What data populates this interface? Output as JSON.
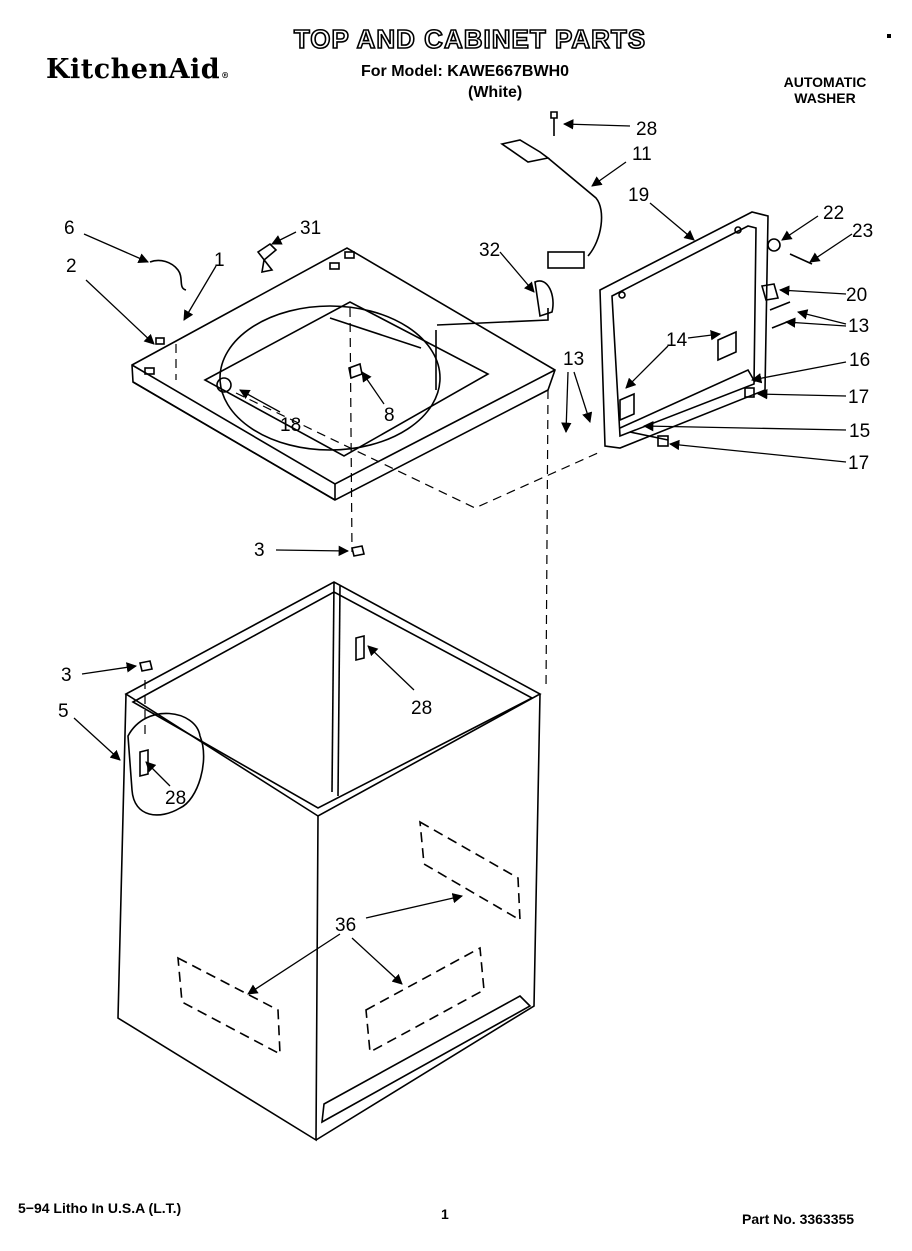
{
  "header": {
    "title": "TOP AND CABINET PARTS",
    "brand": "KitchenAid",
    "model_line": "For Model: KAWE667BWH0",
    "color_line": "(White)",
    "product_type": [
      "AUTOMATIC",
      "WASHER"
    ]
  },
  "diagram": {
    "callouts": [
      {
        "id": "c28a",
        "label": "28"
      },
      {
        "id": "c11",
        "label": "11"
      },
      {
        "id": "c19",
        "label": "19"
      },
      {
        "id": "c22",
        "label": "22"
      },
      {
        "id": "c23",
        "label": "23"
      },
      {
        "id": "c6",
        "label": "6"
      },
      {
        "id": "c31",
        "label": "31"
      },
      {
        "id": "c32",
        "label": "32"
      },
      {
        "id": "c2",
        "label": "2"
      },
      {
        "id": "c1",
        "label": "1"
      },
      {
        "id": "c20",
        "label": "20"
      },
      {
        "id": "c13a",
        "label": "13"
      },
      {
        "id": "c14",
        "label": "14"
      },
      {
        "id": "c13b",
        "label": "13"
      },
      {
        "id": "c16",
        "label": "16"
      },
      {
        "id": "c8",
        "label": "8"
      },
      {
        "id": "c17a",
        "label": "17"
      },
      {
        "id": "c18",
        "label": "18"
      },
      {
        "id": "c15",
        "label": "15"
      },
      {
        "id": "c17b",
        "label": "17"
      },
      {
        "id": "c3a",
        "label": "3"
      },
      {
        "id": "c3b",
        "label": "3"
      },
      {
        "id": "c28b",
        "label": "28"
      },
      {
        "id": "c5",
        "label": "5"
      },
      {
        "id": "c28c",
        "label": "28"
      },
      {
        "id": "c36",
        "label": "36"
      }
    ]
  },
  "footer": {
    "print_info": "5−94 Litho In U.S.A (L.T.)",
    "page_number": "1",
    "part_number": "Part No. 3363355"
  }
}
